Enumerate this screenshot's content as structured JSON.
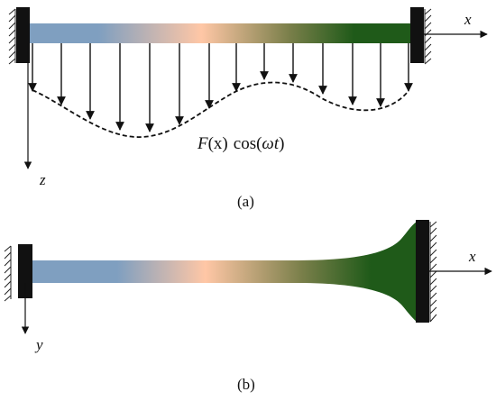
{
  "panel_a": {
    "axis_x_label": "x",
    "axis_z_label": "z",
    "load_label_F": "F",
    "load_label_paren_x": "(x)",
    "load_label_cos": "cos(",
    "load_label_omega_t": "ωt",
    "load_label_close": ")",
    "caption": "(a)"
  },
  "panel_b": {
    "axis_x_label": "x",
    "axis_y_label": "y",
    "caption": "(b)"
  },
  "colors": {
    "gradient_start": "#7f9fc0",
    "gradient_mid": "#ffc7a6",
    "gradient_mid2": "#7a7f4a",
    "gradient_end": "#1f5a19",
    "support": "#111111"
  }
}
